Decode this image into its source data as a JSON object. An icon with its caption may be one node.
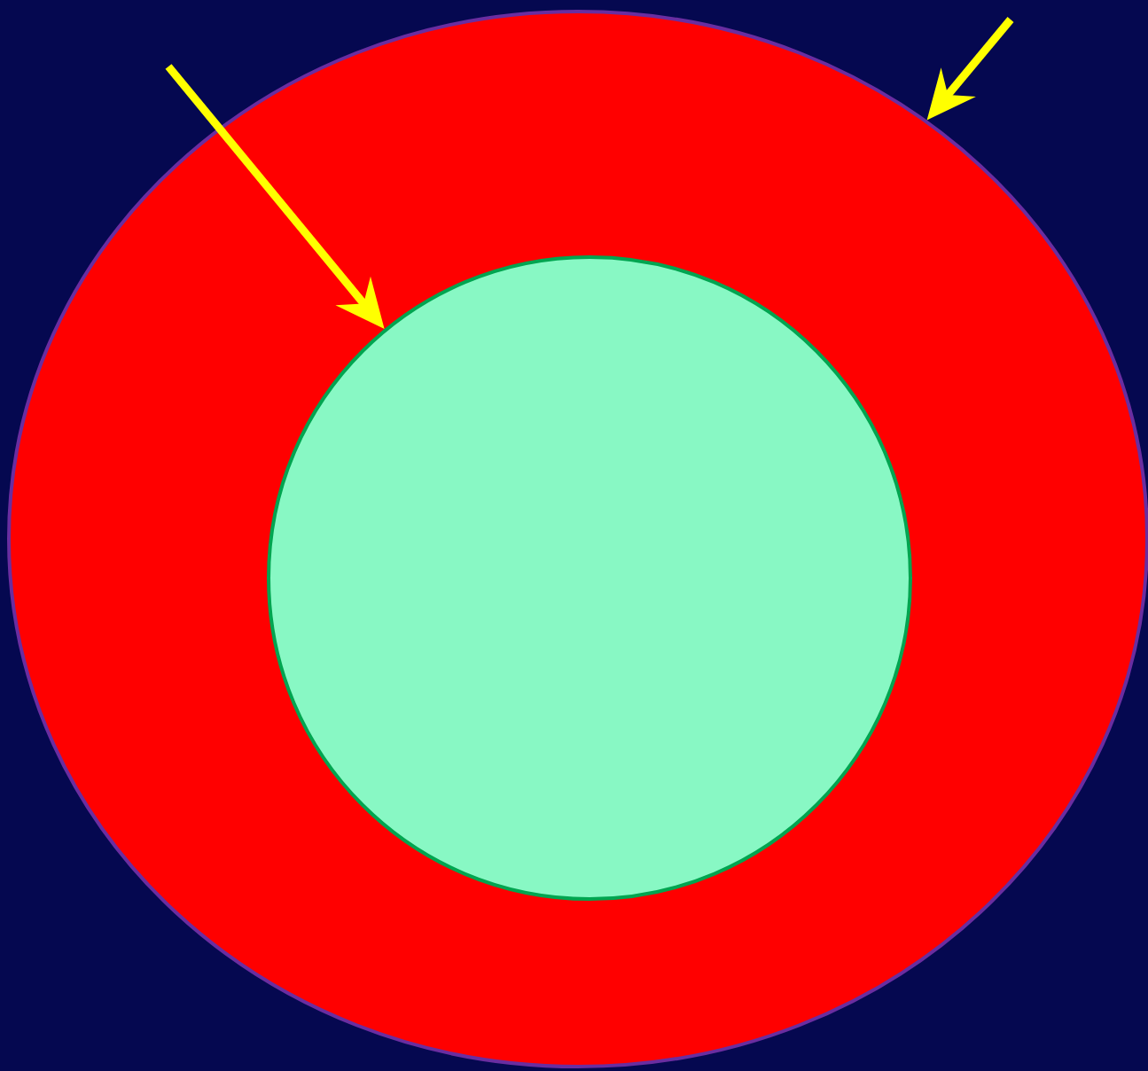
{
  "diagram": {
    "nodes": [
      {
        "text": [],
        "shape": "circle"
      },
      {
        "text": [],
        "shape": "circle",
        "in": 0
      }
    ],
    "edges": [
      {
        "from": null,
        "to": 1,
        "arrow": "to"
      },
      {
        "from": null,
        "to": 0,
        "arrow": "to"
      }
    ]
  }
}
